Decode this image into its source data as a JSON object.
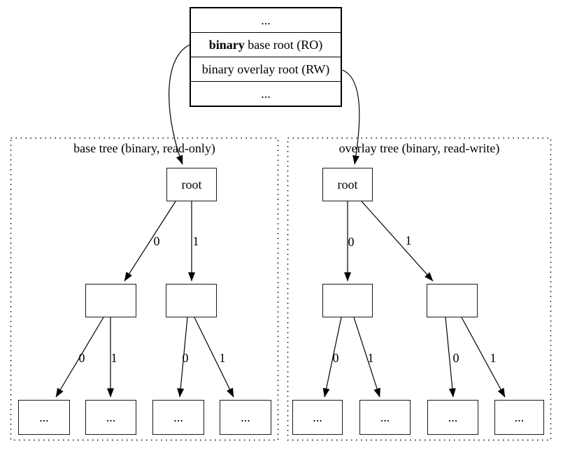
{
  "diagram": {
    "record": {
      "row_top": "...",
      "row_base_bold": "binary",
      "row_base_rest": " base root (RO)",
      "row_overlay": "binary overlay root (RW)",
      "row_bottom": "..."
    },
    "clusters": {
      "base": {
        "title": "base tree (binary, read-only)"
      },
      "overlay": {
        "title": "overlay tree (binary, read-write)"
      }
    },
    "node_labels": {
      "root": "root",
      "ellipsis": "..."
    },
    "edge_labels": {
      "zero": "0",
      "one": "1"
    },
    "colors": {
      "stroke": "#000000",
      "background": "#ffffff"
    }
  }
}
